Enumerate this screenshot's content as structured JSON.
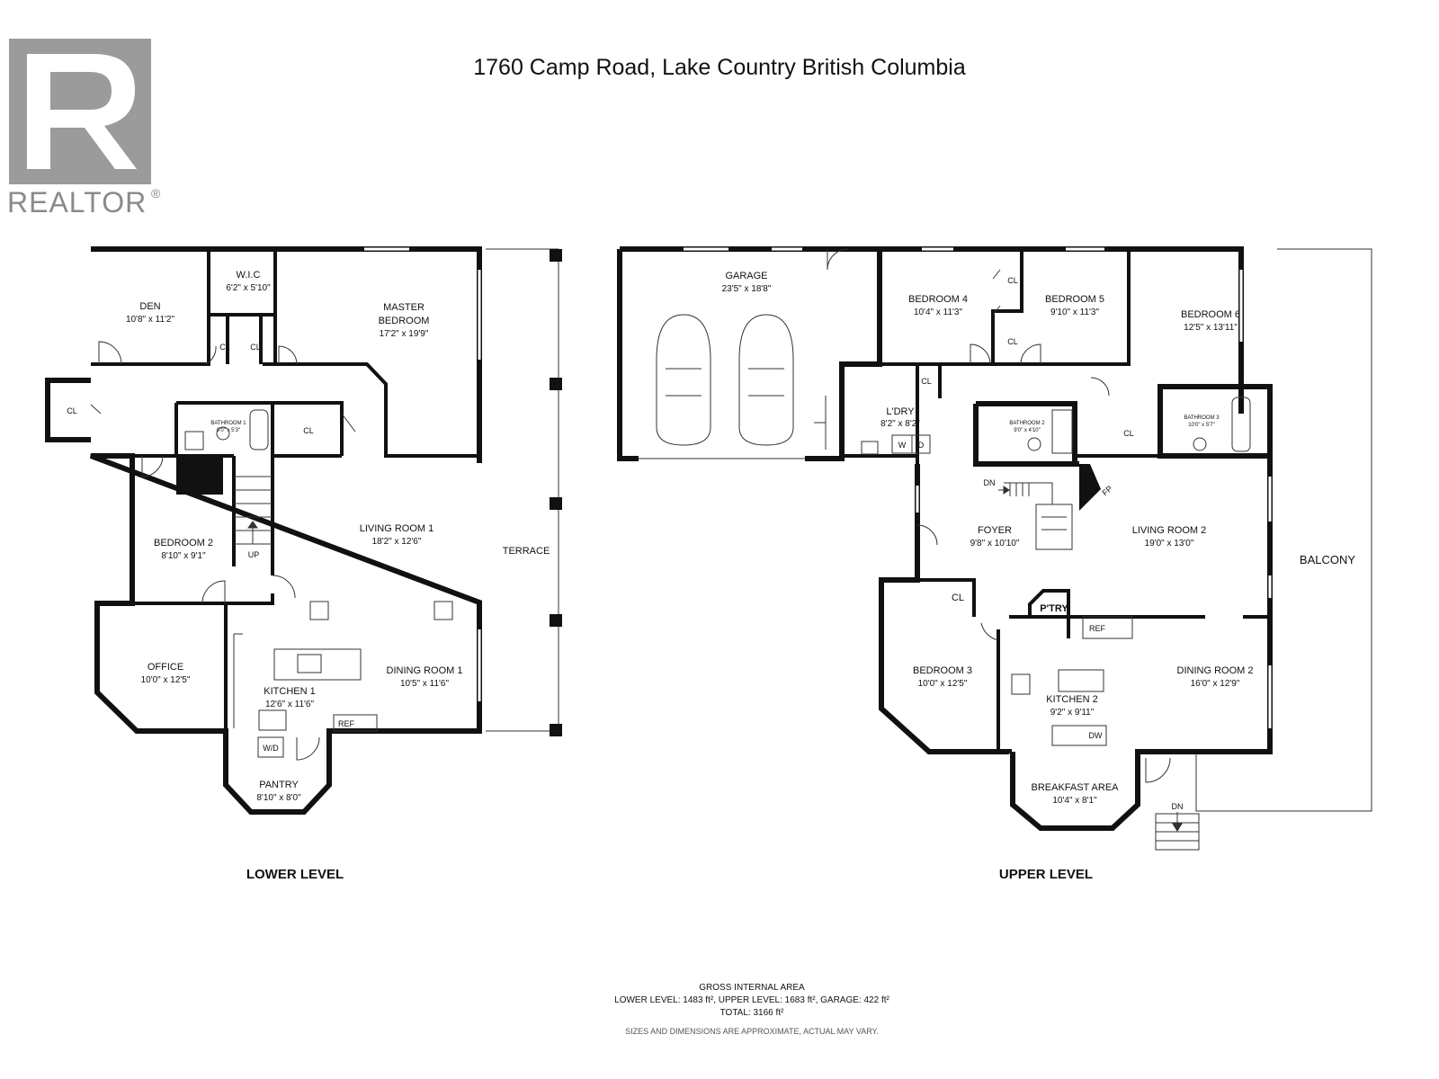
{
  "title": "1760 Camp Road, Lake Country British Columbia",
  "logo": {
    "text": "REALTOR",
    "mark": "®",
    "icon": "realtor-r-logo"
  },
  "lower_level": {
    "label": "LOWER LEVEL",
    "rooms": {
      "den": {
        "name": "DEN",
        "dim": "10'8\" x 11'2\""
      },
      "wic": {
        "name": "W.I.C",
        "dim": "6'2\" x 5'10\""
      },
      "master": {
        "name1": "MASTER",
        "name2": "BEDROOM",
        "dim": "17'2\" x 19'9\""
      },
      "bathroom1": {
        "name": "BATHROOM 1",
        "dim": "8'0\" x 5'3\""
      },
      "bedroom2": {
        "name": "BEDROOM 2",
        "dim": "8'10\" x 9'1\""
      },
      "living1": {
        "name": "LIVING ROOM 1",
        "dim": "18'2\" x 12'6\""
      },
      "terrace": {
        "name": "TERRACE"
      },
      "office": {
        "name": "OFFICE",
        "dim": "10'0\" x 12'5\""
      },
      "kitchen1": {
        "name": "KITCHEN 1",
        "dim": "12'6\" x 11'6\""
      },
      "dining1": {
        "name": "DINING ROOM 1",
        "dim": "10'5\" x 11'6\""
      },
      "pantry": {
        "name": "PANTRY",
        "dim": "8'10\" x 8'0\""
      }
    },
    "labels": {
      "cl": "CL",
      "up": "UP",
      "ref": "REF",
      "wd": "W/D"
    }
  },
  "upper_level": {
    "label": "UPPER LEVEL",
    "rooms": {
      "garage": {
        "name": "GARAGE",
        "dim": "23'5\" x 18'8\""
      },
      "bedroom4": {
        "name": "BEDROOM 4",
        "dim": "10'4\" x 11'3\""
      },
      "bedroom5": {
        "name": "BEDROOM 5",
        "dim": "9'10\" x 11'3\""
      },
      "bedroom6": {
        "name": "BEDROOM 6",
        "dim": "12'5\" x 13'11\""
      },
      "laundry": {
        "name": "L'DRY",
        "dim": "8'2\" x 8'2\""
      },
      "bathroom2": {
        "name": "BATHROOM 2",
        "dim": "9'0\" x 4'10\""
      },
      "bathroom3": {
        "name": "BATHROOM 3",
        "dim": "10'0\" x 5'7\""
      },
      "foyer": {
        "name": "FOYER",
        "dim": "9'8\" x 10'10\""
      },
      "living2": {
        "name": "LIVING ROOM 2",
        "dim": "19'0\" x 13'0\""
      },
      "balcony": {
        "name": "BALCONY"
      },
      "bedroom3": {
        "name": "BEDROOM 3",
        "dim": "10'0\" x 12'5\""
      },
      "kitchen2": {
        "name": "KITCHEN 2",
        "dim": "9'2\" x 9'11\""
      },
      "dining2": {
        "name": "DINING ROOM 2",
        "dim": "16'0\" x 12'9\""
      },
      "breakfast": {
        "name": "BREAKFAST AREA",
        "dim": "10'4\" x 8'1\""
      }
    },
    "labels": {
      "cl": "CL",
      "dn": "DN",
      "ptry": "P'TRY",
      "ref": "REF",
      "dw": "DW",
      "fp": "FP",
      "w": "W",
      "d": "D"
    }
  },
  "footer": {
    "heading": "GROSS INTERNAL AREA",
    "areas": "LOWER LEVEL: 1483 ft², UPPER LEVEL: 1683 ft², GARAGE: 422 ft²",
    "total": "TOTAL: 3166 ft²",
    "disclaimer": "SIZES AND DIMENSIONS ARE APPROXIMATE, ACTUAL MAY VARY."
  }
}
